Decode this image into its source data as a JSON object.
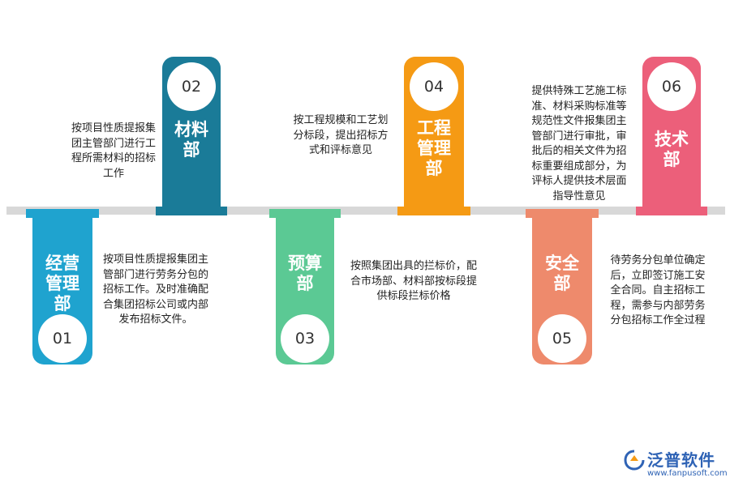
{
  "steps": [
    {
      "num": "01",
      "dept": "经营管理部",
      "dept_lines": [
        "经营",
        "管理",
        "部"
      ],
      "color": "#1fa3cf",
      "desc_lines": [
        "按项目性质提报集团主",
        "管部门进行劳务分包的",
        "招标工作。及时准确配",
        "合集团招标公司或内部",
        "发布招标文件。"
      ]
    },
    {
      "num": "02",
      "dept": "材料部",
      "dept_lines": [
        "材料",
        "部"
      ],
      "color": "#1a7b98",
      "desc_lines": [
        "按项目性质提报集",
        "团主管部门进行工",
        "程所需材料的招标",
        "工作"
      ]
    },
    {
      "num": "03",
      "dept": "预算部",
      "dept_lines": [
        "预算",
        "部"
      ],
      "color": "#5bc994",
      "desc_lines": [
        "按照集团出具的拦标价，配",
        "合市场部、材料部按标段提",
        "供标段拦标价格"
      ]
    },
    {
      "num": "04",
      "dept": "工程管理部",
      "dept_lines": [
        "工程",
        "管理",
        "部"
      ],
      "color": "#f59a14",
      "desc_lines": [
        "按工程规模和工艺划",
        "分标段，提出招标方",
        "式和评标意见"
      ]
    },
    {
      "num": "05",
      "dept": "安全部",
      "dept_lines": [
        "安全",
        "部"
      ],
      "color": "#ee8a6c",
      "desc_lines": [
        "待劳务分包单位确定",
        "后，立即签订施工安",
        "全合同。自主招标工",
        "程，需参与内部劳务",
        "分包招标工作全过程"
      ]
    },
    {
      "num": "06",
      "dept": "技术部",
      "dept_lines": [
        "技术",
        "部"
      ],
      "color": "#ec5f7a",
      "desc_lines": [
        "提供特殊工艺施工标",
        "准、材料采购标准等",
        "规范性文件报集团主",
        "管部门进行审批，审",
        "批后的相关文件为招",
        "标重要组成部分，为",
        "评标人提供技术层面",
        "指导性意见"
      ]
    }
  ],
  "logo": {
    "brand": "泛普软件",
    "url": "www.fanpusoft.com"
  }
}
